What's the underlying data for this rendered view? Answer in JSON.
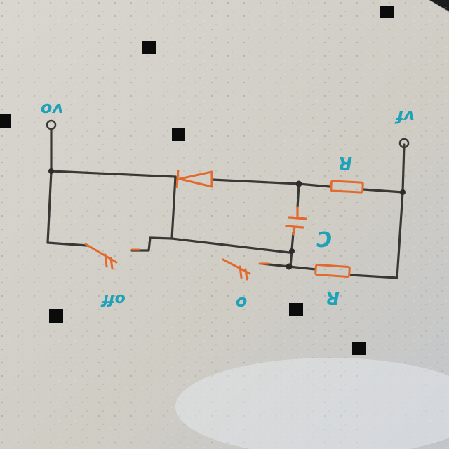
{
  "colors": {
    "background": "#d3d0c8",
    "ink": "#3a3835",
    "component": "#e26a2c",
    "label": "#1fa2b8",
    "marker": "#0b0b0b"
  },
  "labels": {
    "terminal_in": "vo",
    "terminal_out": "vf",
    "resistor_top": "R",
    "resistor_bottom": "R",
    "capacitor": "C",
    "switch_left": "off",
    "switch_right": "o"
  }
}
